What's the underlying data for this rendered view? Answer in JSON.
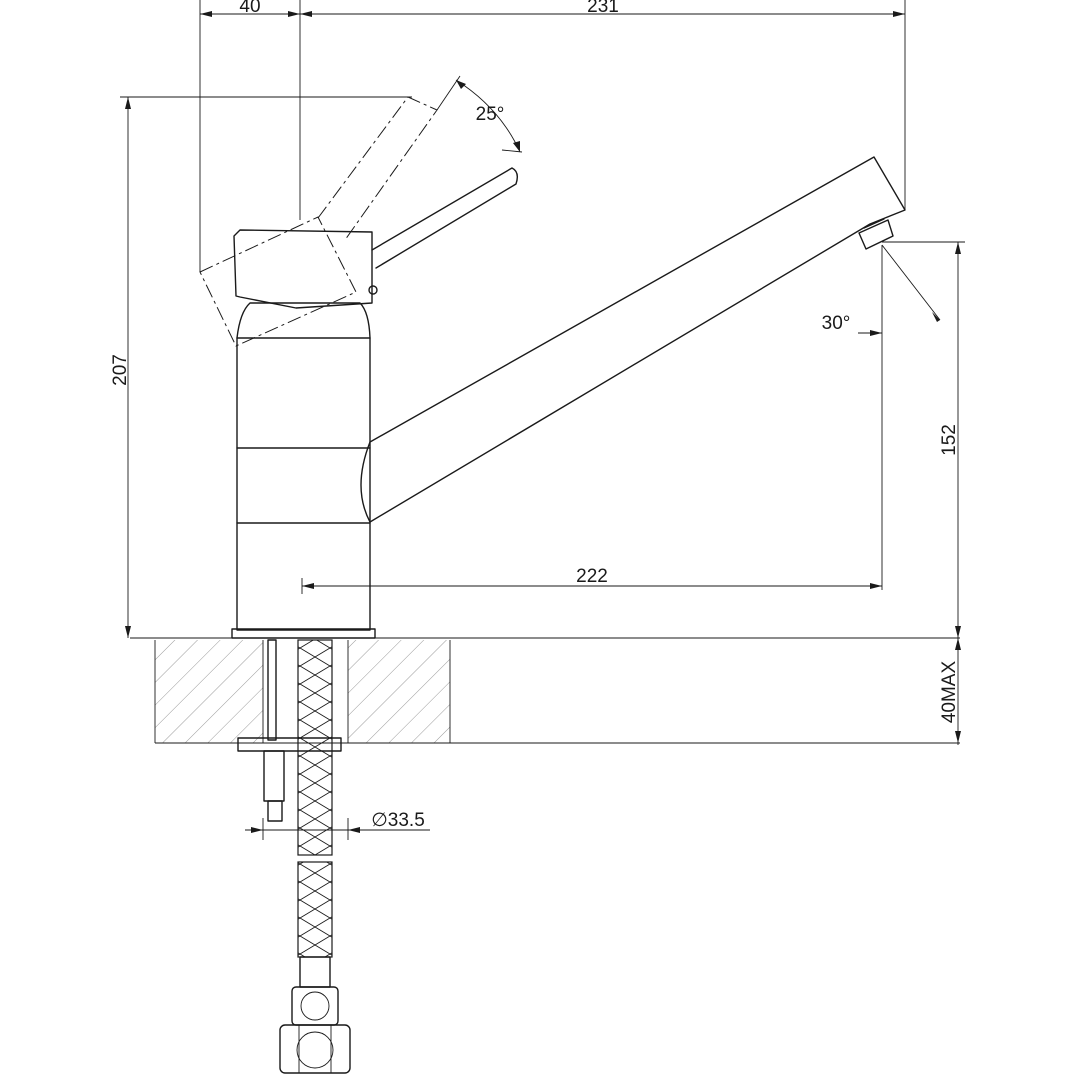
{
  "dimensions": {
    "offset_40": "40",
    "overall_231": "231",
    "height_207": "207",
    "lever_angle_25": "25°",
    "aerator_angle_30": "30°",
    "spout_height_152": "152",
    "spout_reach_222": "222",
    "deck_thickness": "40MAX",
    "hole_diameter": "∅33.5"
  },
  "colors": {
    "line": "#1a1a1a",
    "hatch": "#9a9a9a",
    "background": "#ffffff"
  }
}
